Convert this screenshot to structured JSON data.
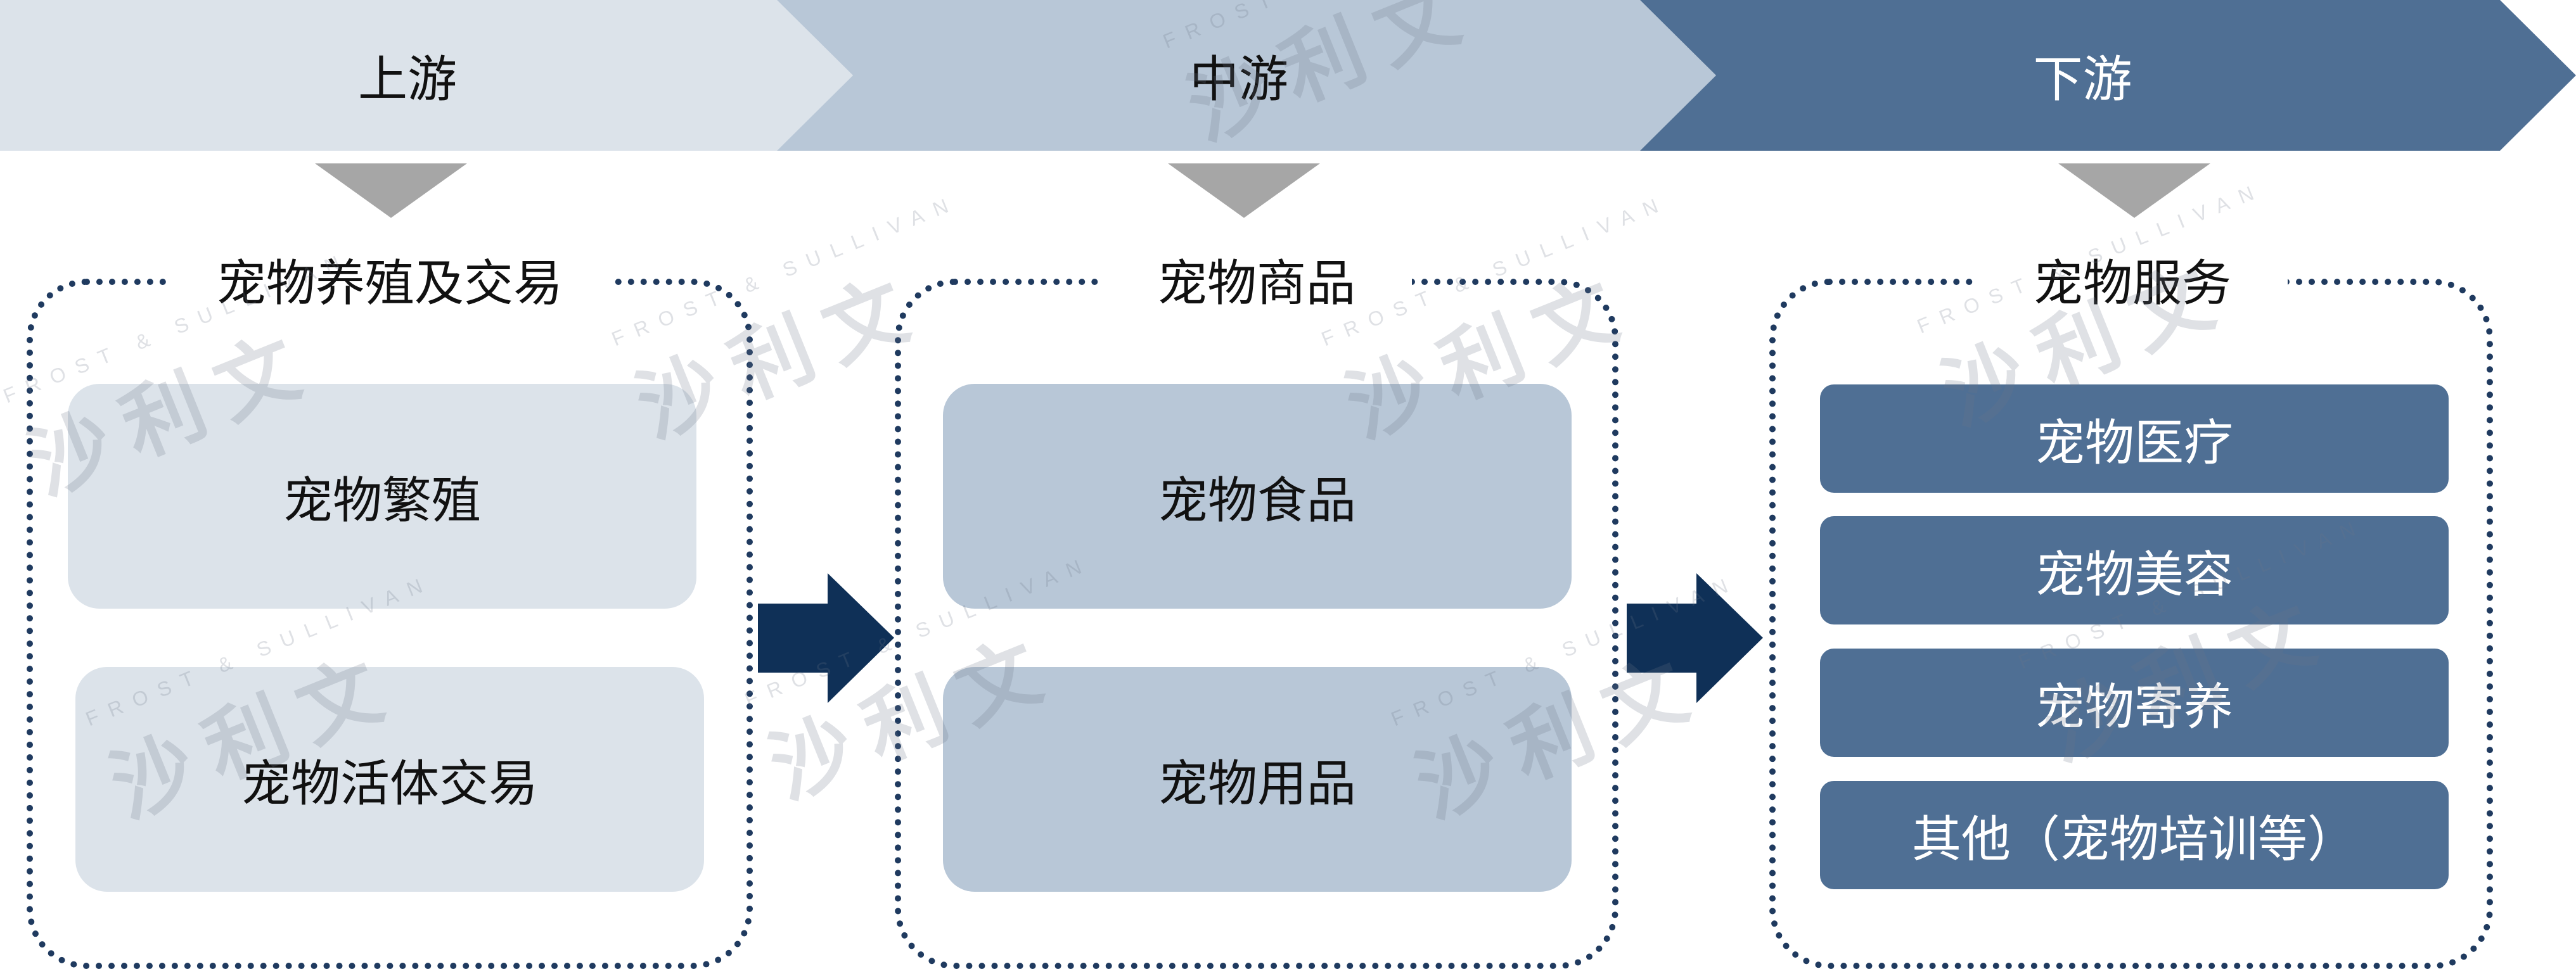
{
  "stages": [
    {
      "label": "上游"
    },
    {
      "label": "中游"
    },
    {
      "label": "下游"
    }
  ],
  "groups": [
    {
      "title": "宠物养殖及交易",
      "items": [
        "宠物繁殖",
        "宠物活体交易"
      ]
    },
    {
      "title": "宠物商品",
      "items": [
        "宠物食品",
        "宠物用品"
      ]
    },
    {
      "title": "宠物服务",
      "items": [
        "宠物医疗",
        "宠物美容",
        "宠物寄养",
        "其他（宠物培训等）"
      ]
    }
  ],
  "watermark": {
    "en": "FROST & SULLIVAN",
    "cn": "沙利文"
  },
  "colors": {
    "upstream": "#dce3ea",
    "midstream": "#b8c7d7",
    "downstream": "#4f6f94",
    "arrow": "#0f3057",
    "dotted_border": "#1f3a5f",
    "down_triangle": "#a6a6a6"
  }
}
